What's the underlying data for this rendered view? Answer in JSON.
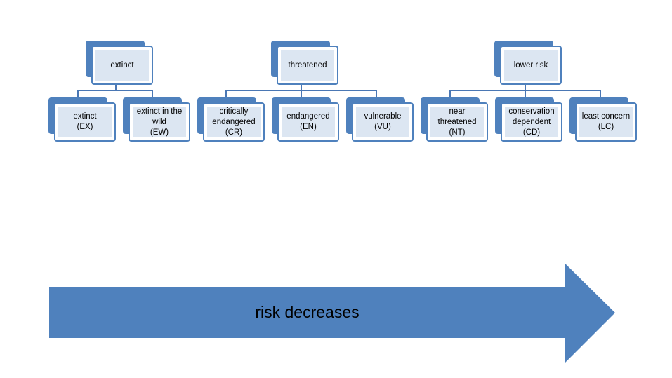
{
  "diagram": {
    "groups": [
      {
        "label": "extinct",
        "children": [
          "extinct\n(EX)",
          "extinct in the\nwild\n(EW)"
        ]
      },
      {
        "label": "threatened",
        "children": [
          "critically\nendangered\n(CR)",
          "endangered\n(EN)",
          "vulnerable\n(VU)"
        ]
      },
      {
        "label": "lower risk",
        "children": [
          "near\nthreatened\n(NT)",
          "conservation\ndependent\n(CD)",
          "least concern\n(LC)"
        ]
      }
    ],
    "arrow_label": "risk decreases",
    "colors": {
      "box_border": "#4f81bd",
      "box_fill_inner": "#dce6f2",
      "connector": "#4a77b4",
      "arrow": "#4f81bd"
    }
  }
}
